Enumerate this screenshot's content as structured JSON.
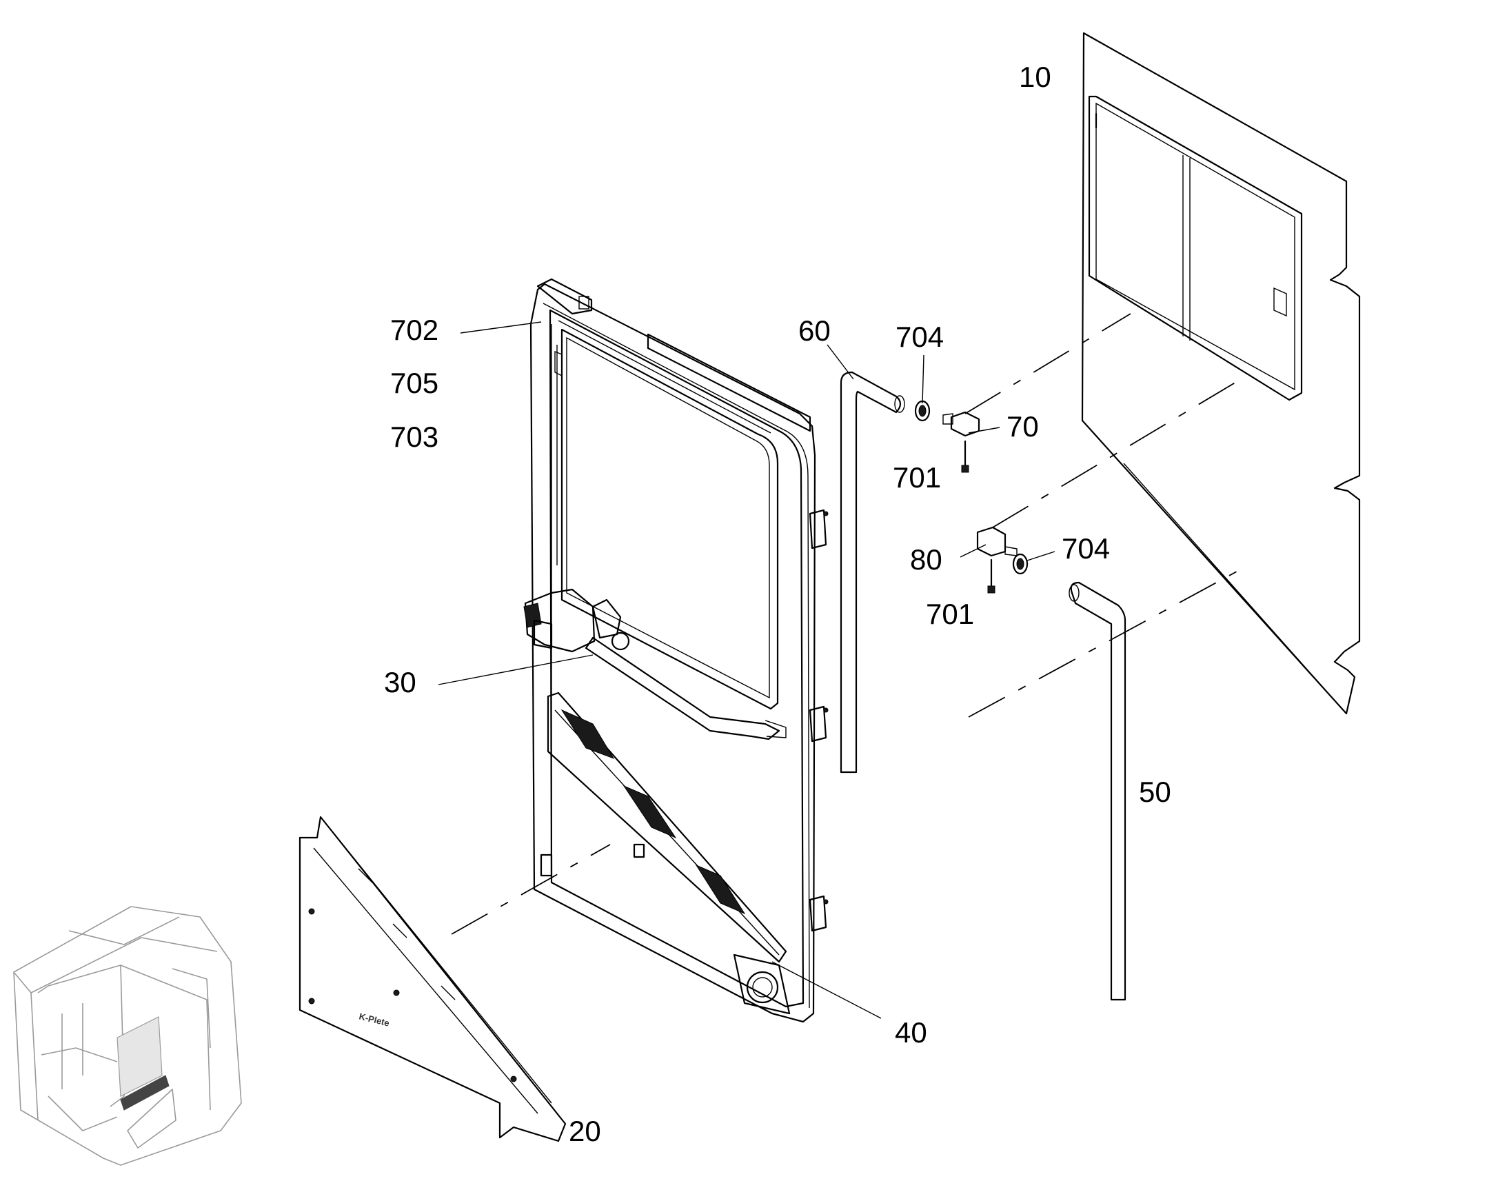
{
  "callouts": [
    {
      "id": "10",
      "text": "10"
    },
    {
      "id": "20",
      "text": "20"
    },
    {
      "id": "30",
      "text": "30"
    },
    {
      "id": "40",
      "text": "40"
    },
    {
      "id": "50",
      "text": "50"
    },
    {
      "id": "60",
      "text": "60"
    },
    {
      "id": "70",
      "text": "70"
    },
    {
      "id": "80",
      "text": "80"
    },
    {
      "id": "701a",
      "text": "701"
    },
    {
      "id": "701b",
      "text": "701"
    },
    {
      "id": "702",
      "text": "702"
    },
    {
      "id": "703",
      "text": "703"
    },
    {
      "id": "704a",
      "text": "704"
    },
    {
      "id": "704b",
      "text": "704"
    },
    {
      "id": "705",
      "text": "705"
    }
  ],
  "panel_stamp": "K-Plete"
}
